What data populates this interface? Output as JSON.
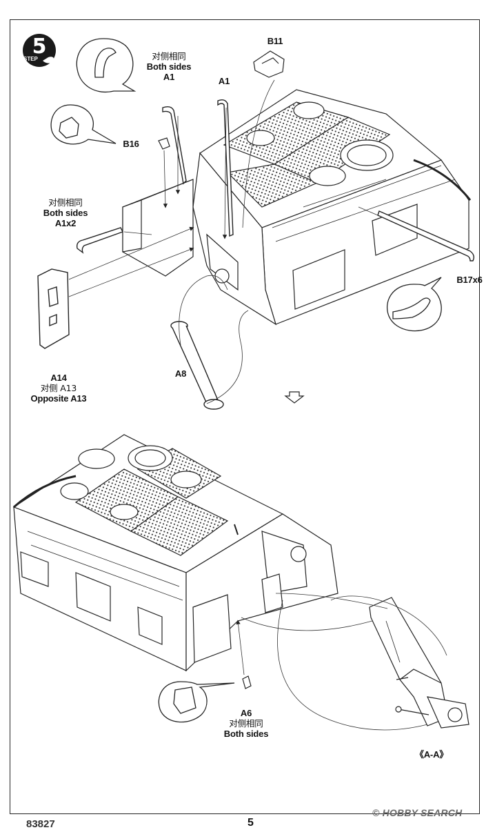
{
  "step": {
    "number": "5",
    "word": "STEP"
  },
  "page_number": "5",
  "product_code": "83827",
  "watermark": "© HOBBY SEARCH",
  "labels": {
    "both_sides_cn": "对侧相同",
    "both_sides_en": "Both sides",
    "a1_left": "A1",
    "a1_right": "A1",
    "b11": "B11",
    "b16": "B16",
    "a1x2": "A1x2",
    "b17x6": "B17x6",
    "a8": "A8",
    "a14": "A14",
    "opposite_cn": "对侧 A13",
    "opposite_en": "Opposite A13",
    "a6": "A6",
    "section": "《A-A》"
  },
  "colors": {
    "ink": "#1a1a1a",
    "line": "#333333",
    "paper": "#ffffff"
  }
}
